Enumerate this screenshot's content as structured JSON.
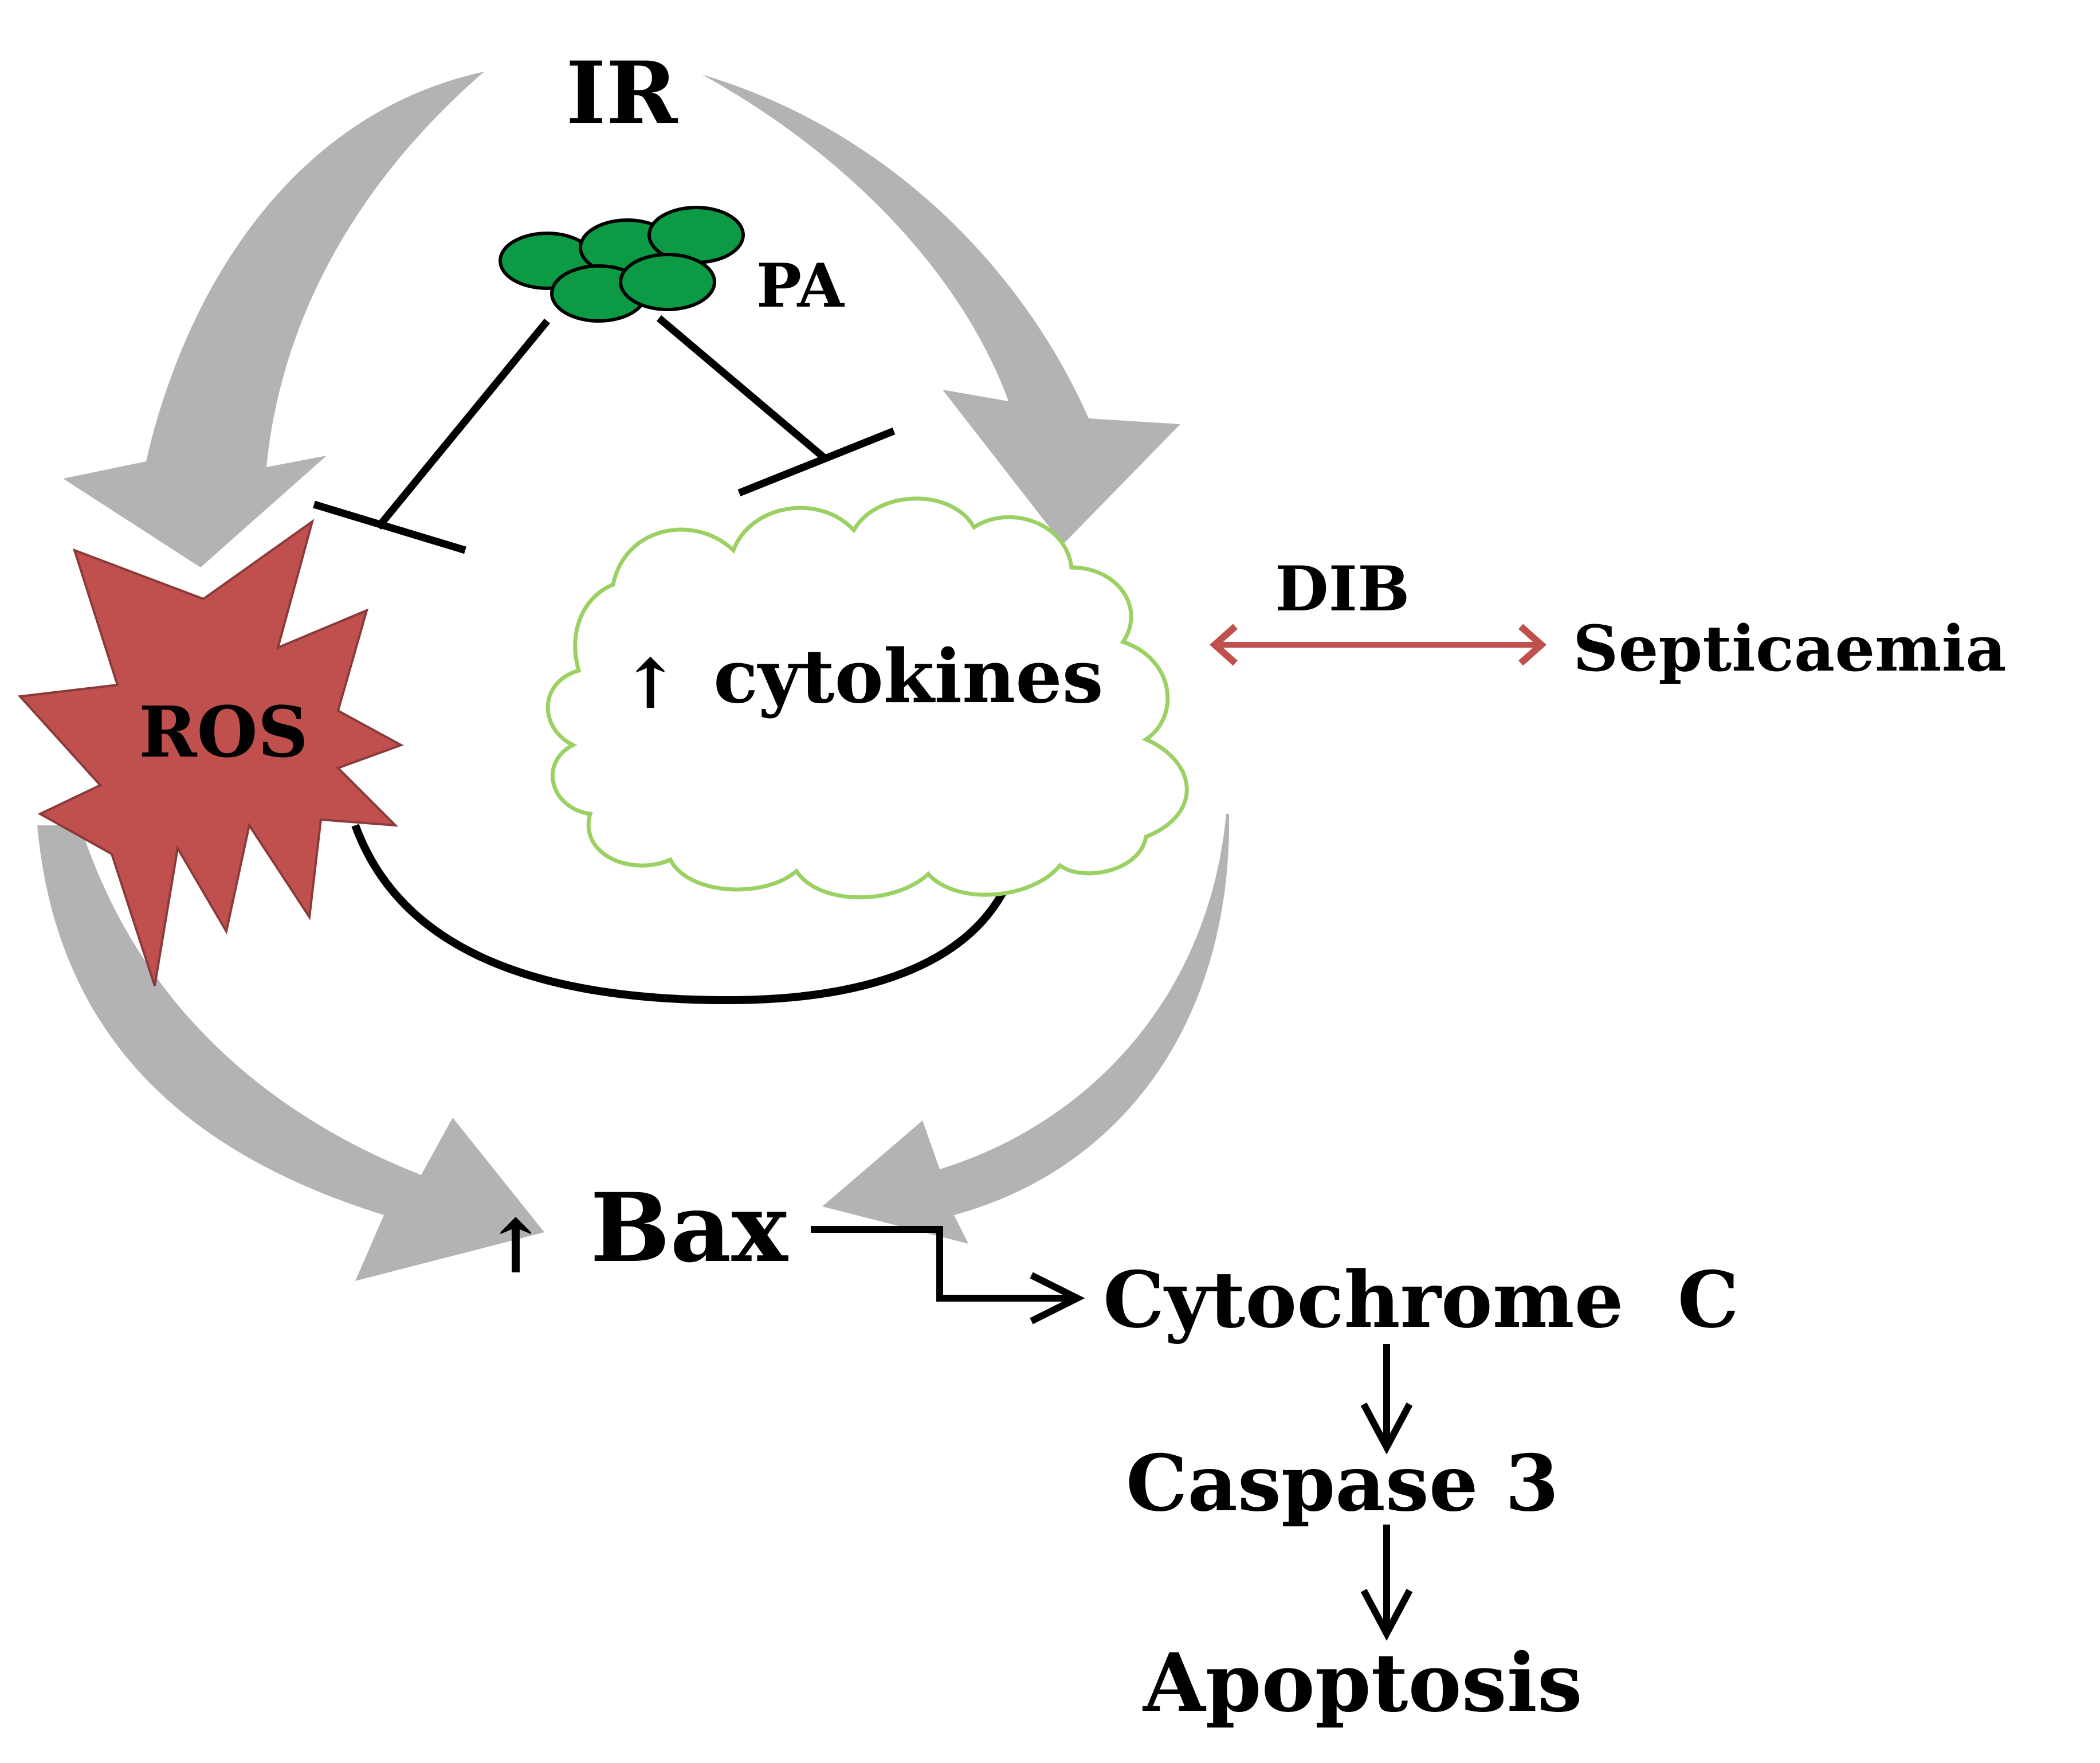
{
  "nodes": {
    "ir": "IR",
    "pa": "PA",
    "ros": "ROS",
    "cytokines_arrow": "↑",
    "cytokines": "cytokines",
    "dib": "DIB",
    "septicaemia": "Septicaemia",
    "bax_arrow": "↑",
    "bax": "Bax",
    "cytochrome": "Cytochrome  C",
    "caspase": "Caspase 3",
    "apoptosis": "Apoptosis"
  },
  "colors": {
    "gray_arrow": "#b3b3b3",
    "pa_cells": "#0d9a45",
    "ros_fill": "#c0504d",
    "cloud_stroke": "#9bd163",
    "dib_arrow": "#c0504d",
    "ink": "#000000"
  },
  "icons": {
    "pa": "cell-cluster-icon",
    "ros": "starburst-icon",
    "cytokines": "cloud-icon"
  }
}
